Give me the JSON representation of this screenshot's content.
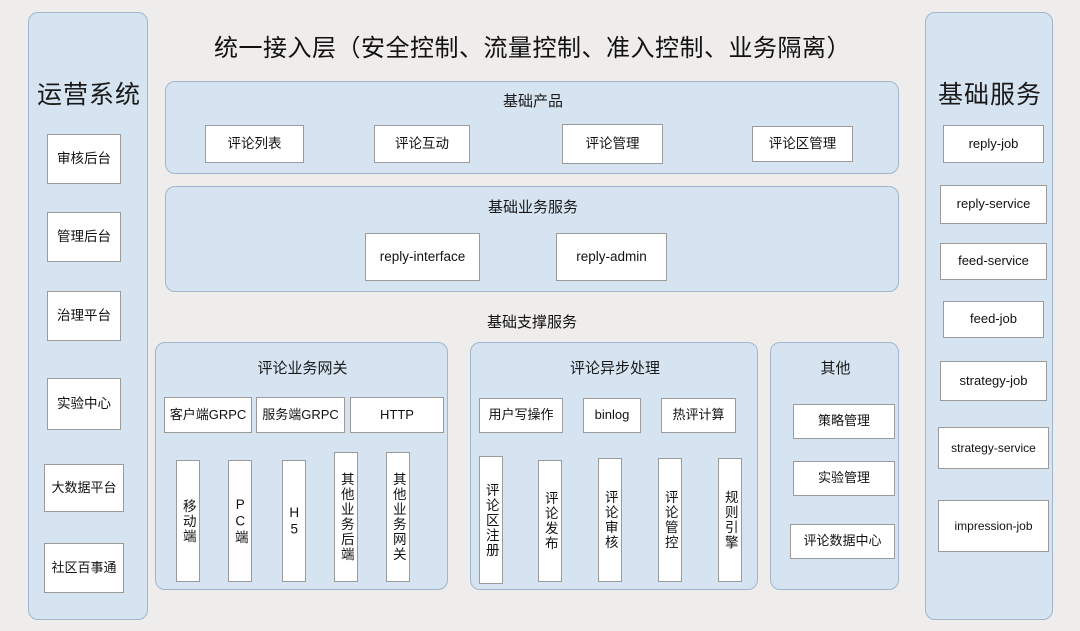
{
  "header": {
    "title": "统一接入层（安全控制、流量控制、准入控制、业务隔离）"
  },
  "left_sidebar": {
    "title": "运营系统",
    "items": [
      {
        "label": "审核后台"
      },
      {
        "label": "管理后台"
      },
      {
        "label": "治理平台"
      },
      {
        "label": "实验中心"
      },
      {
        "label": "大数据平台"
      },
      {
        "label": "社区百事通"
      }
    ]
  },
  "right_sidebar": {
    "title": "基础服务",
    "items": [
      {
        "label": "reply-job"
      },
      {
        "label": "reply-service"
      },
      {
        "label": "feed-service"
      },
      {
        "label": "feed-job"
      },
      {
        "label": "strategy-job"
      },
      {
        "label": "strategy-service"
      },
      {
        "label": "impression-job"
      }
    ]
  },
  "base_products": {
    "title": "基础产品",
    "items": [
      {
        "label": "评论列表"
      },
      {
        "label": "评论互动"
      },
      {
        "label": "评论管理"
      },
      {
        "label": "评论区管理"
      }
    ]
  },
  "base_business_services": {
    "title": "基础业务服务",
    "items": [
      {
        "label": "reply-interface"
      },
      {
        "label": "reply-admin"
      }
    ]
  },
  "base_support_services": {
    "label": "基础支撑服务",
    "gateway": {
      "title": "评论业务网关",
      "protocols": [
        {
          "label": "客户端GRPC"
        },
        {
          "label": "服务端GRPC"
        },
        {
          "label": "HTTP"
        }
      ],
      "clients": [
        {
          "label": "移动端"
        },
        {
          "label": "PC端"
        },
        {
          "label": "H5"
        },
        {
          "label": "其他业务后端"
        },
        {
          "label": "其他业务网关"
        }
      ]
    },
    "async": {
      "title": "评论异步处理",
      "sources": [
        {
          "label": "用户写操作"
        },
        {
          "label": "binlog"
        },
        {
          "label": "热评计算"
        }
      ],
      "workers": [
        {
          "label": "评论区注册"
        },
        {
          "label": "评论发布"
        },
        {
          "label": "评论审核"
        },
        {
          "label": "评论管控"
        },
        {
          "label": "规则引擎"
        }
      ]
    },
    "other": {
      "title": "其他",
      "items": [
        {
          "label": "策略管理"
        },
        {
          "label": "实验管理"
        },
        {
          "label": "评论数据中心"
        }
      ]
    }
  },
  "colors": {
    "background": "#efedeb",
    "panel_fill": "#d6e3f0",
    "panel_border": "#9fb6cd",
    "node_fill": "#ffffff",
    "node_border": "#9b9b9b",
    "text": "#111111"
  }
}
